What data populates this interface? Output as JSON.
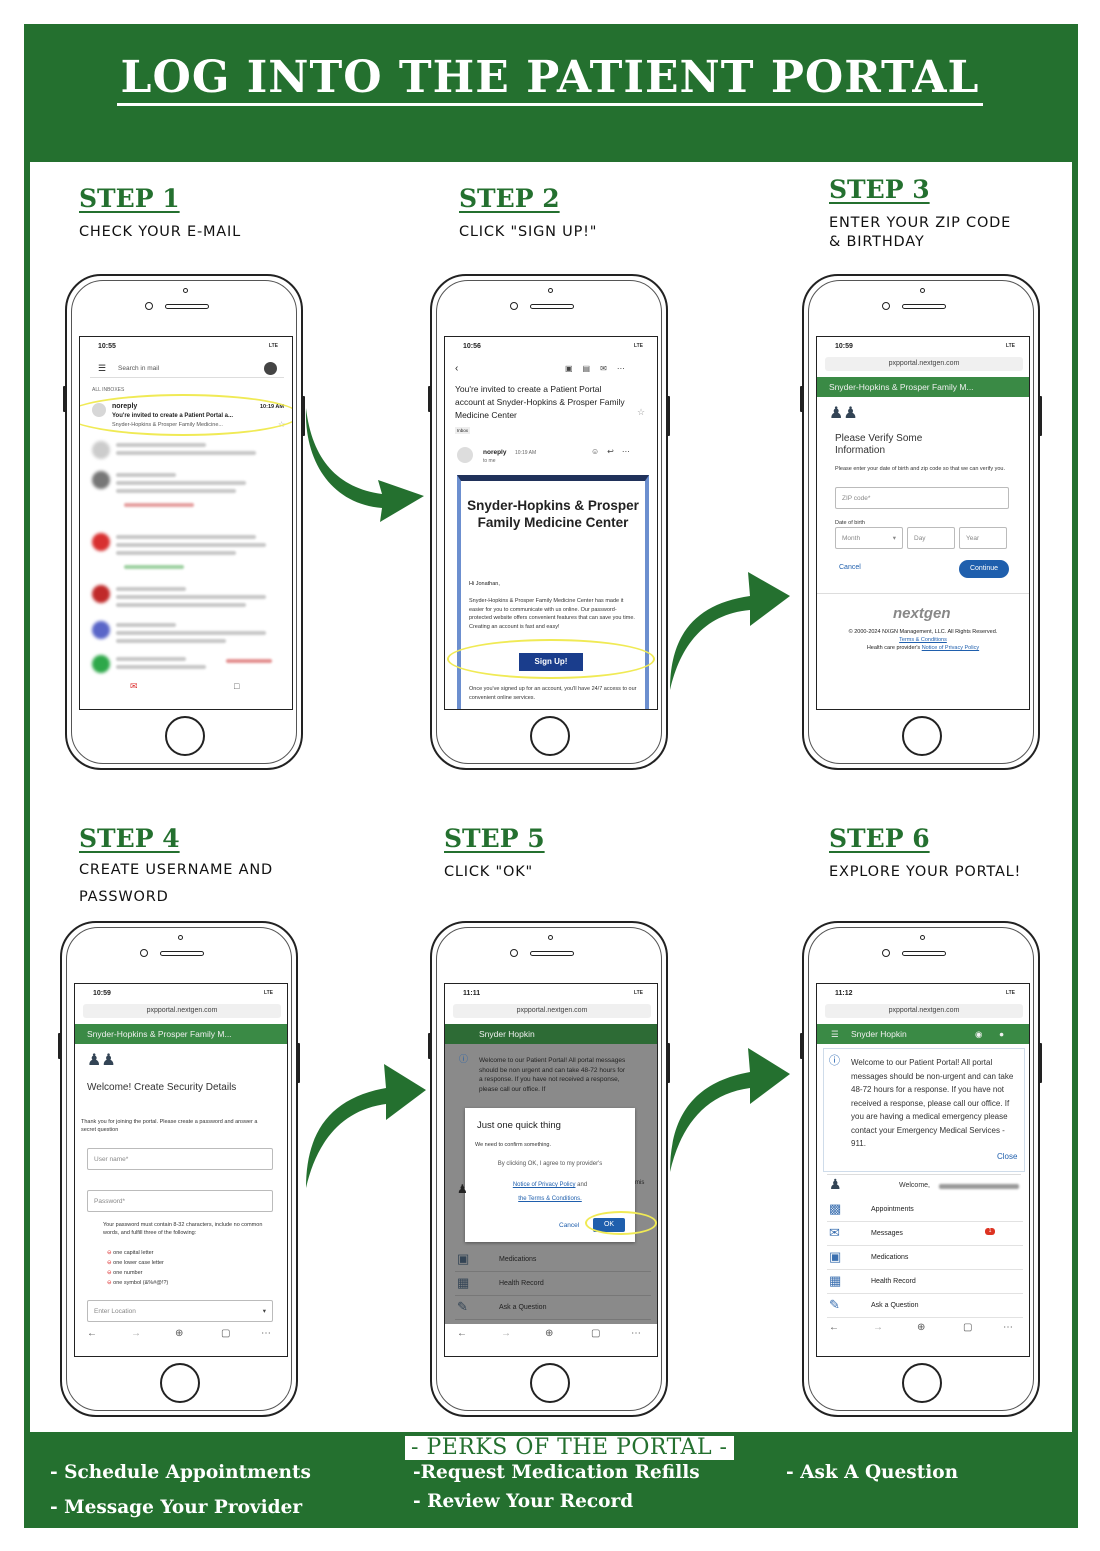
{
  "title": "LOG INTO THE PATIENT PORTAL",
  "colors": {
    "brand_green": "#24702f",
    "portal_green": "#3a8a45",
    "link_blue": "#1f5fad",
    "highlight": "#f0ea55"
  },
  "steps": [
    {
      "label": "STEP 1",
      "desc": "CHECK YOUR E-MAIL"
    },
    {
      "label": "STEP 2",
      "desc": "CLICK \"SIGN UP!\""
    },
    {
      "label": "STEP 3",
      "desc": "ENTER YOUR ZIP CODE & BIRTHDAY"
    },
    {
      "label": "STEP 4",
      "desc": "CREATE USERNAME AND PASSWORD"
    },
    {
      "label": "STEP 5",
      "desc": "CLICK \"OK\""
    },
    {
      "label": "STEP 6",
      "desc": "EXPLORE YOUR PORTAL!"
    }
  ],
  "phone1": {
    "time": "10:55",
    "signal": "LTE",
    "search_placeholder": "Search in mail",
    "section": "ALL INBOXES",
    "sender": "noreply",
    "msg_time": "10:19 AM",
    "subject": "You're invited to create a Patient Portal a...",
    "preview": "Snyder-Hopkins & Prosper Family Medicine..."
  },
  "phone2": {
    "time": "10:56",
    "signal": "LTE",
    "subject": "You're invited to create a Patient Portal account at Snyder-Hopkins & Prosper Family Medicine Center",
    "inbox_tag": "Inbox",
    "sender": "noreply",
    "sender_time": "10:19 AM",
    "to": "to me",
    "banner": "Snyder-Hopkins & Prosper Family Medicine Center",
    "greeting": "Hi Jonathan,",
    "body": "Snyder-Hopkins & Prosper Family Medicine Center has made it easier for you to communicate with us online. Our password-protected website offers convenient features that can save you time. Creating an account is fast and easy!",
    "signup": "Sign Up!",
    "footer": "Once you've signed up for an account, you'll have 24/7 access to our convenient online services."
  },
  "phone3": {
    "time": "10:59",
    "signal": "LTE",
    "url": "pxpportal.nextgen.com",
    "practice": "Snyder-Hopkins & Prosper Family M...",
    "heading": "Please Verify Some Information",
    "instructions": "Please enter your date of birth and zip code so that we can verify you.",
    "zip_placeholder": "ZIP code*",
    "dob_label": "Date of birth",
    "month": "Month",
    "day": "Day",
    "year": "Year",
    "cancel": "Cancel",
    "continue": "Continue",
    "logo": "nextgen",
    "copyright": "© 2000-2024 NXGN Management, LLC. All Rights Reserved.",
    "terms": "Terms & Conditions",
    "privacy_prefix": "Health care provider's",
    "privacy": "Notice of Privacy Policy"
  },
  "phone4": {
    "time": "10:59",
    "signal": "LTE",
    "url": "pxpportal.nextgen.com",
    "practice": "Snyder-Hopkins & Prosper Family M...",
    "heading": "Welcome! Create Security Details",
    "intro": "Thank you for joining the portal. Please create a password and answer a secret question",
    "username_placeholder": "User name*",
    "password_placeholder": "Password*",
    "rules_intro": "Your password must contain 8-32 characters, include no common words, and fulfill three of the following:",
    "rules": [
      "one capital letter",
      "one lower case letter",
      "one number",
      "one symbol (&%#@!?)"
    ],
    "location_placeholder": "Enter Location"
  },
  "phone5": {
    "time": "11:11",
    "signal": "LTE",
    "url": "pxpportal.nextgen.com",
    "practice": "Snyder Hopkin",
    "notice": "Welcome to our Patient Portal! All portal messages should be non urgent and can take 48-72 hours for a response. If you have not received a response, please call our office. If",
    "modal_title": "Just one quick thing",
    "modal_sub": "We need to confirm something.",
    "modal_body": "By clicking OK, I agree to my provider's",
    "privacy": "Notice of Privacy Policy",
    "and": "and",
    "terms": "the Terms & Conditions.",
    "cancel": "Cancel",
    "ok": "OK",
    "side_text": "mis",
    "menu": [
      "Medications",
      "Health Record",
      "Ask a Question"
    ]
  },
  "phone6": {
    "time": "11:12",
    "signal": "LTE",
    "url": "pxpportal.nextgen.com",
    "practice": "Snyder Hopkin",
    "notice": "Welcome to our Patient Portal! All portal messages should be non-urgent and can take 48-72 hours for a response. If you have not received a response, please call our office. If you are having a medical emergency please contact your Emergency Medical Services - 911.",
    "close": "Close",
    "welcome": "Welcome,",
    "menu": [
      "Appointments",
      "Messages",
      "Medications",
      "Health Record",
      "Ask a Question"
    ],
    "messages_badge": "1"
  },
  "perks": {
    "title": "PERKS OF THE PORTAL",
    "items": [
      "- Schedule Appointments",
      "- Message Your Provider",
      "-Request Medication Refills",
      "- Review Your Record",
      "- Ask A Question"
    ]
  }
}
